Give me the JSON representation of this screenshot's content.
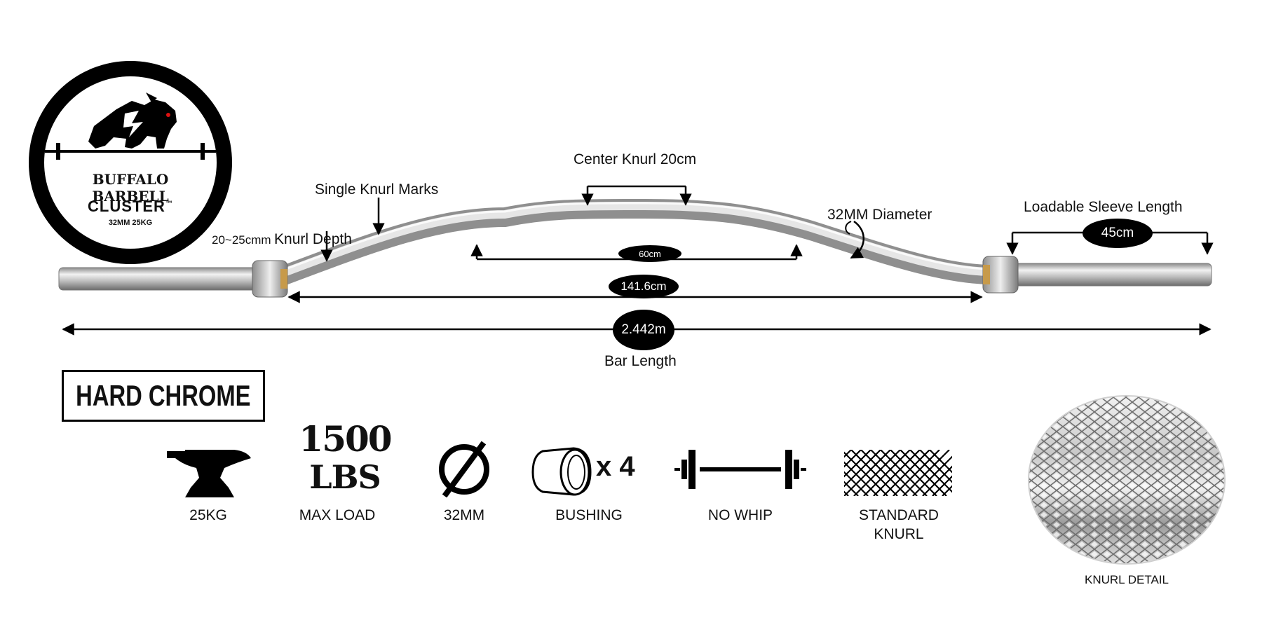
{
  "logo": {
    "brand": "BUFFALO BARBELL",
    "model": "CLUSTER",
    "model_mark": "™",
    "specline": "32MM 25KG"
  },
  "annotations": {
    "center_knurl": "Center Knurl 20cm",
    "single_knurl_marks": "Single Knurl Marks",
    "knurl_depth_value": "20~25cmm",
    "knurl_depth_label": "Knurl Depth",
    "diameter": "32MM Diameter",
    "loadable_sleeve": "Loadable Sleeve Length",
    "sleeve_length": "45cm",
    "center_span": "60cm",
    "shaft_length": "141.6cm",
    "bar_length_value": "2.442m",
    "bar_length_label": "Bar Length"
  },
  "finish": {
    "label": "HARD CHROME"
  },
  "specs": {
    "weight": {
      "icon": "anvil-icon",
      "label": "25KG"
    },
    "max_load": {
      "value_line1": "1500",
      "value_line2": "LBS",
      "label": "MAX LOAD"
    },
    "diameter": {
      "icon": "diameter-icon",
      "label": "32MM"
    },
    "bushing": {
      "icon": "bushing-icon",
      "count": "x 4",
      "label": "BUSHING"
    },
    "whip": {
      "icon": "barbell-icon",
      "label": "NO WHIP"
    },
    "knurl": {
      "icon": "knurl-pattern-icon",
      "label": "STANDARD\nKNURL"
    }
  },
  "knurl_detail": {
    "label": "KNURL DETAIL"
  }
}
